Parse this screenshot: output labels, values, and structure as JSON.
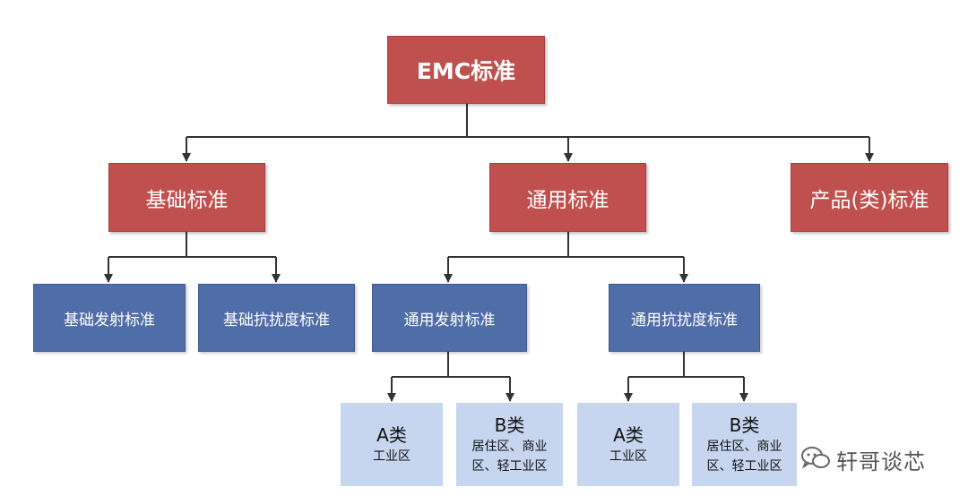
{
  "root": {
    "label": "EMC标准"
  },
  "level1": {
    "basic": "基础标准",
    "general": "通用标准",
    "product": "产品(类)标准"
  },
  "level2": {
    "basic_emission": "基础发射标准",
    "basic_immunity": "基础抗扰度标准",
    "general_emission": "通用发射标准",
    "general_immunity": "通用抗扰度标准"
  },
  "classes": {
    "emission_a": {
      "title": "A类",
      "sub": "工业区"
    },
    "emission_b": {
      "title": "B类",
      "sub_line1": "居住区、商业",
      "sub_line2": "区、轻工业区"
    },
    "immunity_a": {
      "title": "A类",
      "sub": "工业区"
    },
    "immunity_b": {
      "title": "B类",
      "sub_line1": "居住区、商业",
      "sub_line2": "区、轻工业区"
    }
  },
  "watermark": {
    "text": "轩哥谈芯",
    "icon": "wechat-icon"
  },
  "colors": {
    "root_fill": "#c0504d",
    "level2_fill": "#4f6ea8",
    "class_fill": "#c6d6ee",
    "connector": "#333333"
  }
}
